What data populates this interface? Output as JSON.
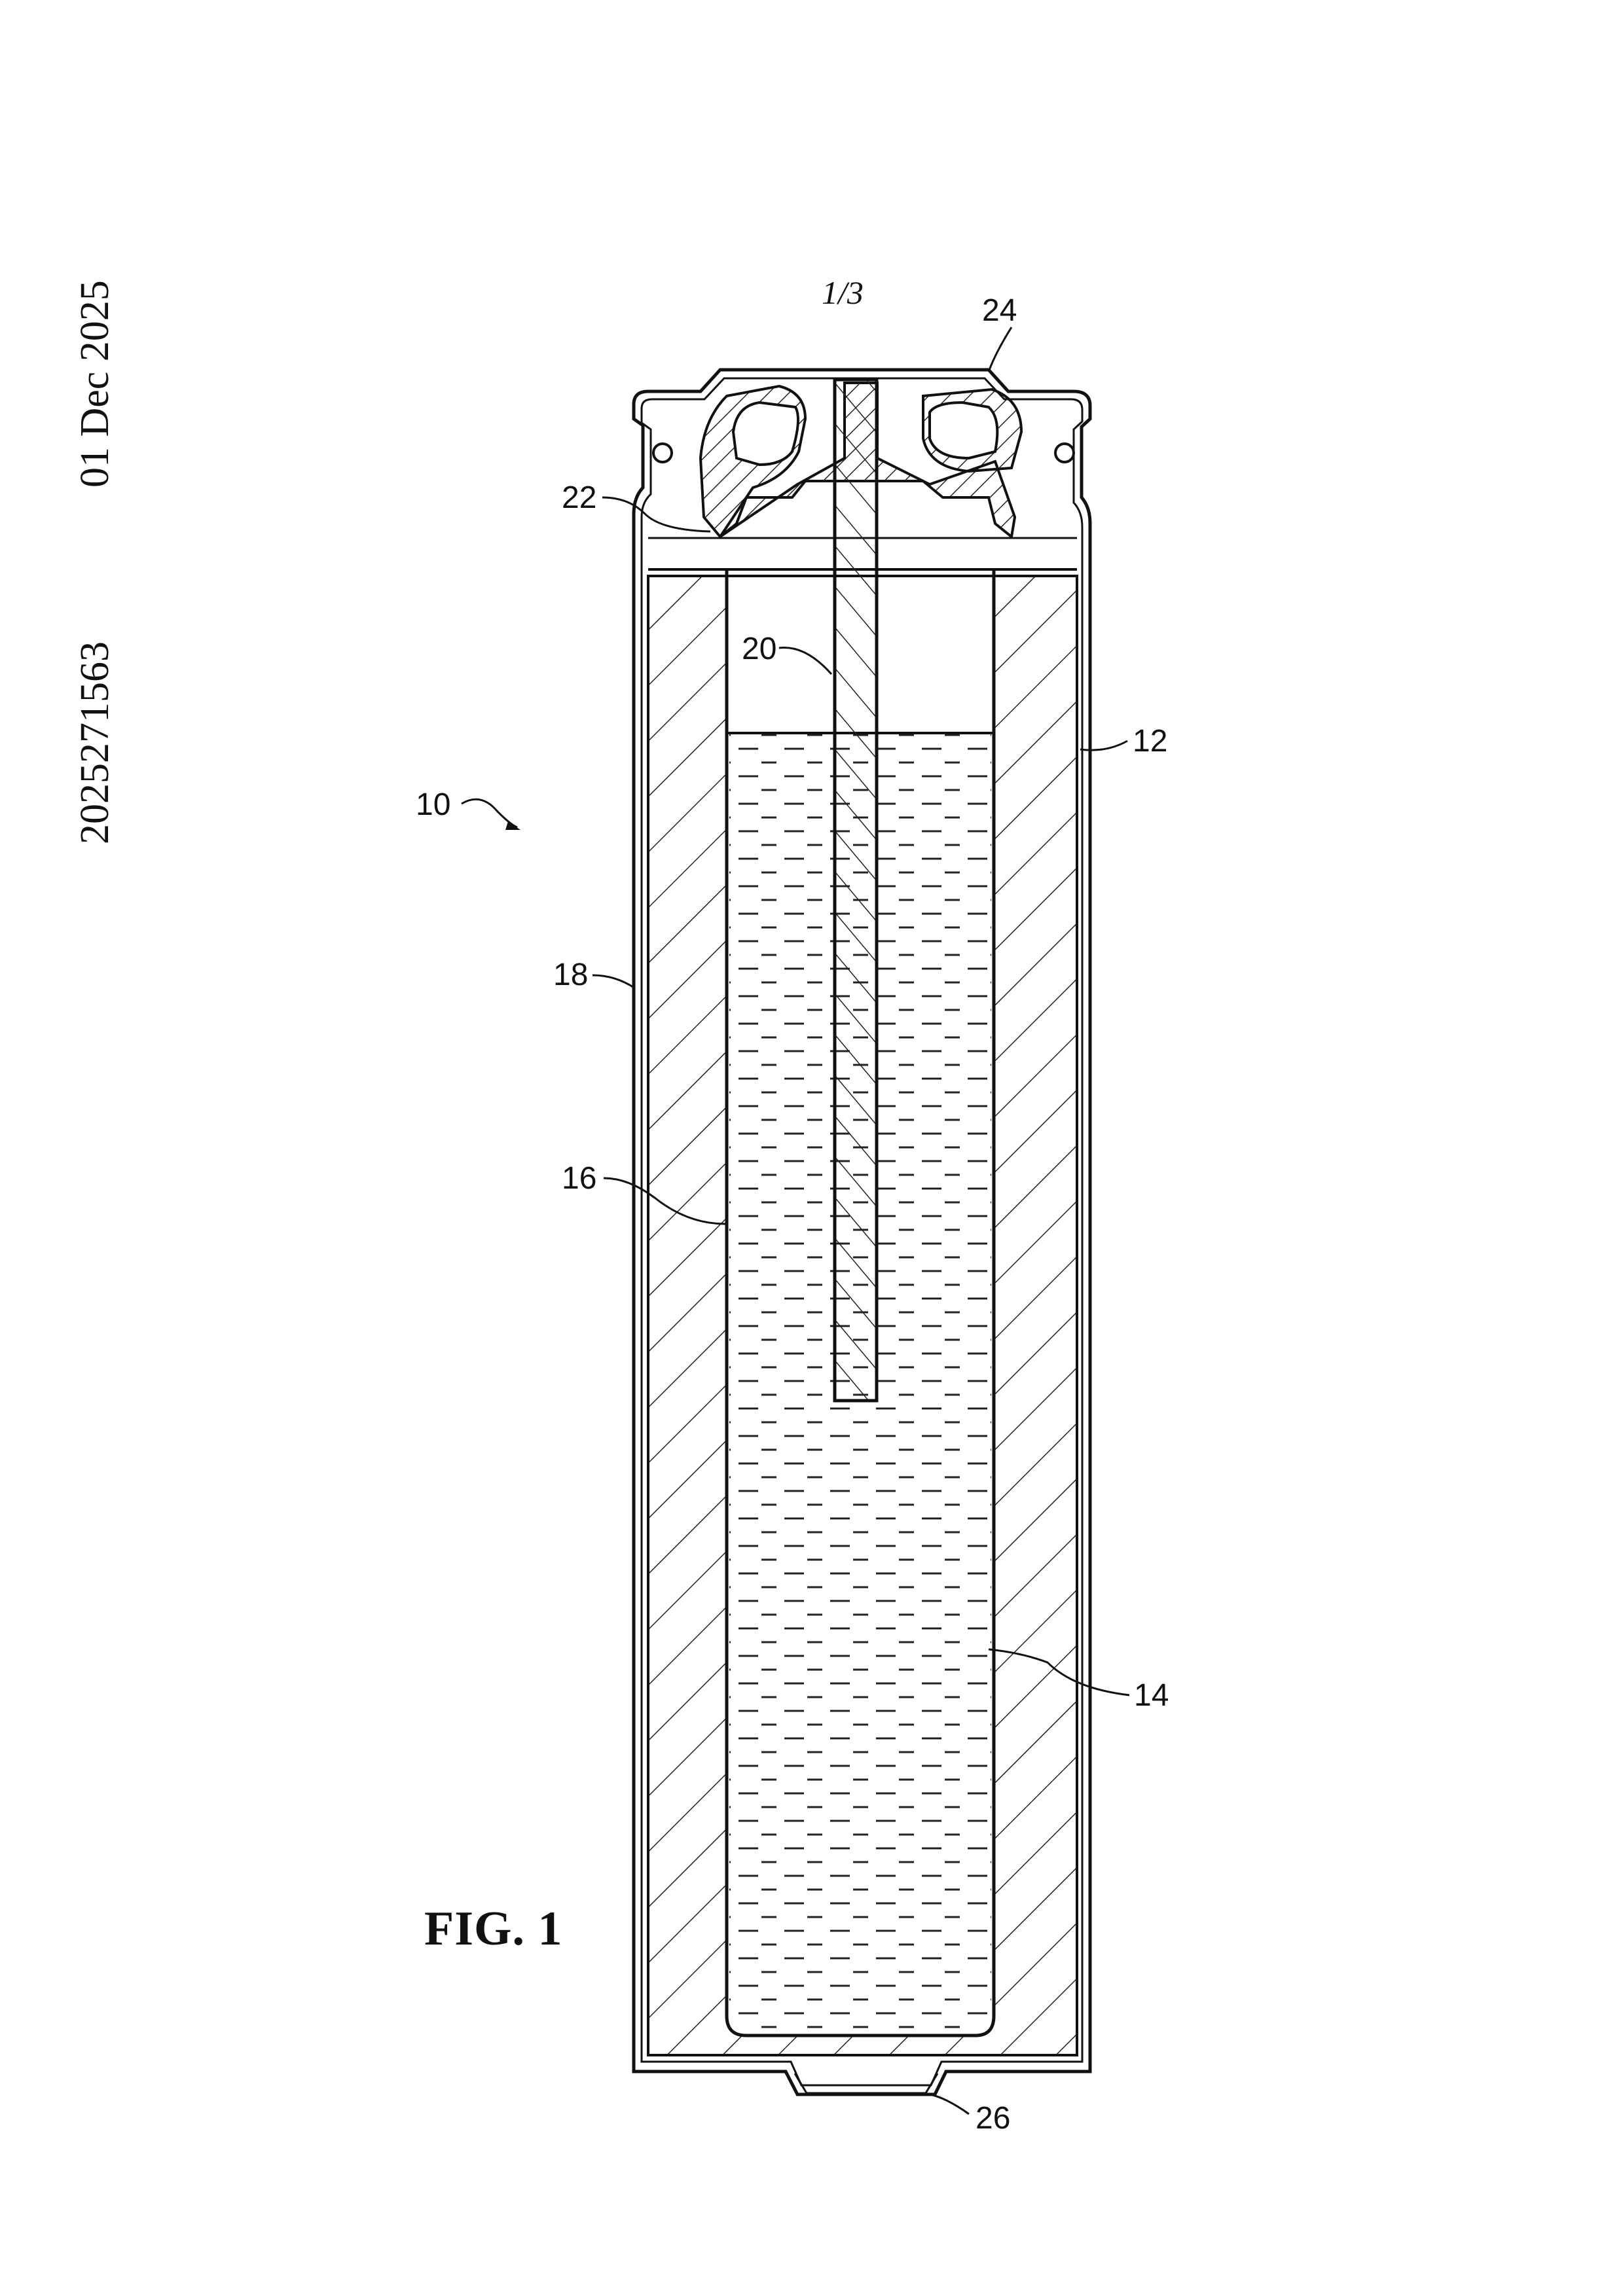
{
  "header": {
    "document_number": "2025271563",
    "date": "01 Dec 2025",
    "page": "1/3"
  },
  "figure": {
    "label": "FIG. 1",
    "reference_labels": {
      "r10": "10",
      "r12": "12",
      "r14": "14",
      "r16": "16",
      "r18": "18",
      "r20": "20",
      "r22": "22",
      "r24": "24",
      "r26": "26"
    }
  }
}
